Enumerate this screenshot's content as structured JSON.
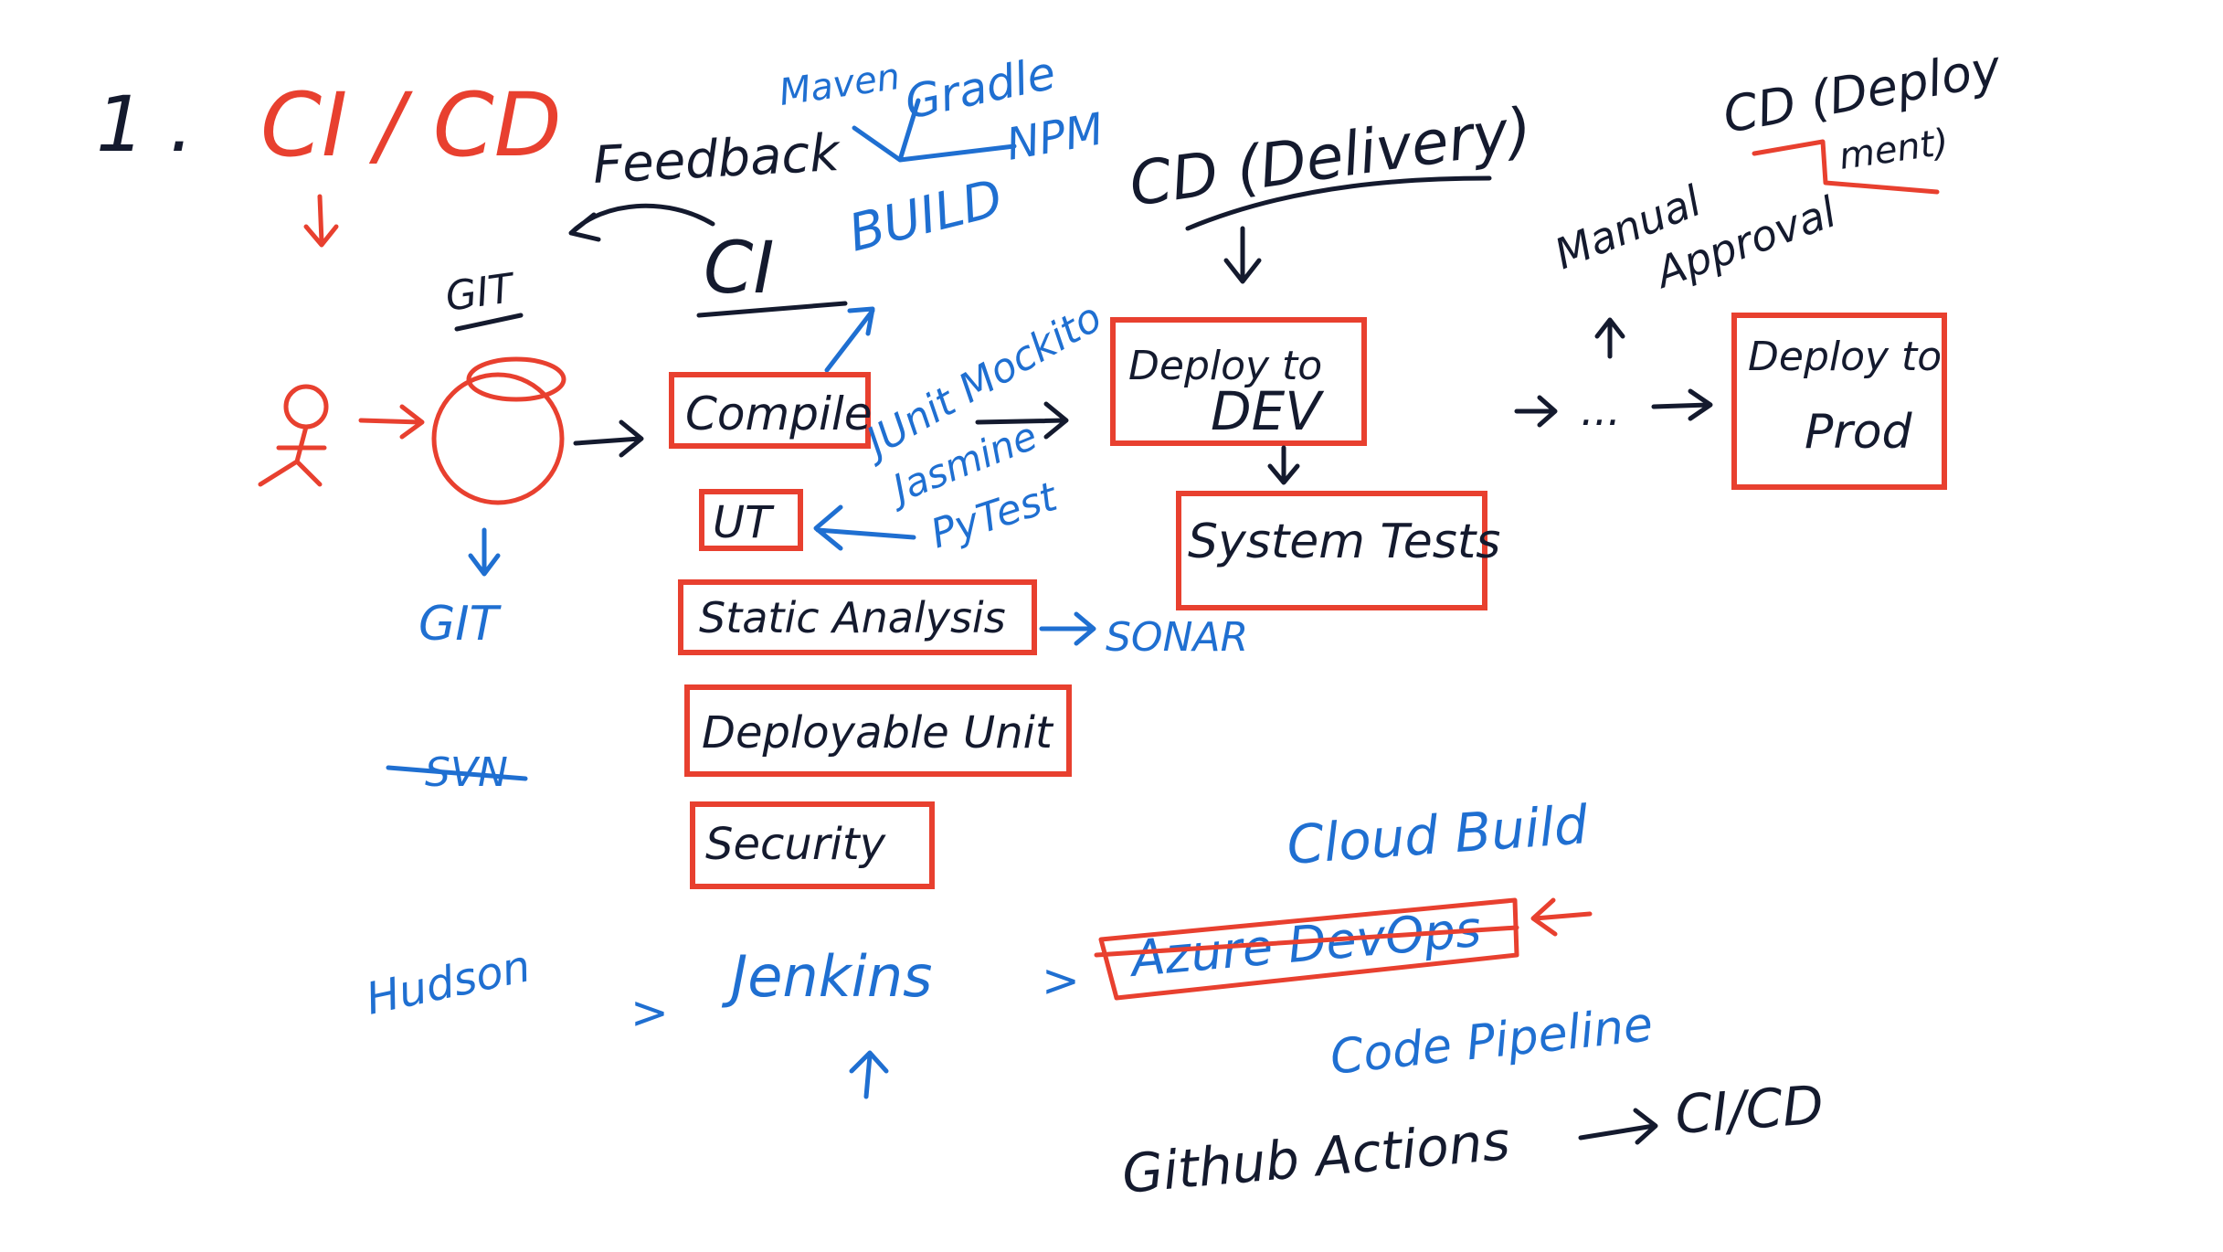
{
  "heading": {
    "number": "1 .",
    "title": "CI / CD"
  },
  "ci": {
    "label": "CI",
    "feedback": "Feedback",
    "build": "BUILD",
    "build_tools": [
      "Maven",
      "Gradle",
      "NPM"
    ]
  },
  "git": {
    "top": "GIT",
    "bottom": "GIT",
    "struck": "SVN"
  },
  "stages": {
    "compile": "Compile",
    "ut": "UT",
    "static_analysis": "Static Analysis",
    "deployable_unit": "Deployable Unit",
    "security": "Security"
  },
  "test_tools": [
    "JUnit Mockito",
    "Jasmine",
    "PyTest"
  ],
  "sonar": "SONAR",
  "cd_delivery": {
    "label": "CD (Delivery)",
    "deploy_dev_line1": "Deploy to",
    "deploy_dev_line2": "DEV",
    "system_tests": "System Tests"
  },
  "cd_deployment": {
    "label": "CD (Deploy",
    "label_line2": "ment)",
    "manual_approval_line1": "Manual",
    "manual_approval_line2": "Approval",
    "ellipsis": "...",
    "deploy_prod_line1": "Deploy to",
    "deploy_prod_line2": "Prod"
  },
  "tools": {
    "hudson": "Hudson",
    "jenkins": "Jenkins",
    "gt1": ">",
    "gt2": ">",
    "azure": "Azure DevOps",
    "cloud_build": "Cloud Build",
    "code_pipeline": "Code Pipeline",
    "github_actions": "Github Actions",
    "github_target": "CI/CD"
  },
  "colors": {
    "ink": "#141a2e",
    "red": "#e8402f",
    "blue": "#1f6fd1"
  }
}
